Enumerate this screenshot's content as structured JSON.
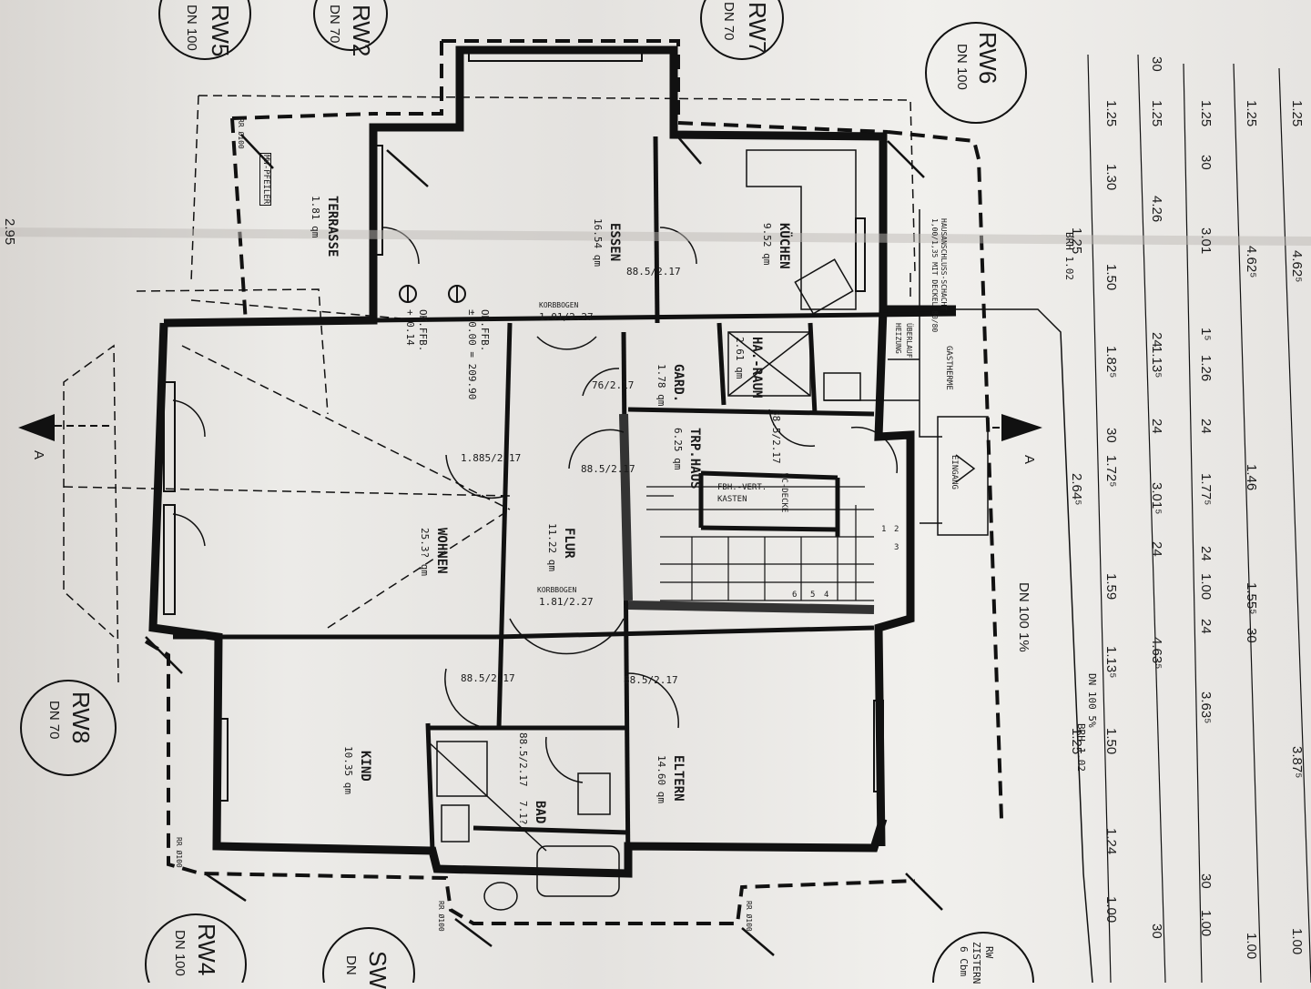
{
  "rooms": {
    "terrasse": {
      "name": "TERRASSE",
      "area": "1.81 qm"
    },
    "essen": {
      "name": "ESSEN",
      "area": "16.54 qm"
    },
    "kuechen": {
      "name": "KÜCHEN",
      "area": "9.52 qm"
    },
    "wohnen": {
      "name": "WOHNEN",
      "area": "25.3? qm"
    },
    "flur": {
      "name": "FLUR",
      "area": "11.22 qm"
    },
    "gard": {
      "name": "GARD.",
      "area": "1.78 qm"
    },
    "hwraum": {
      "name": "HA.-RAUM",
      "area": "2.61 qm"
    },
    "trphaus": {
      "name": "TRP.HAUS",
      "area": "6.25 qm"
    },
    "kind": {
      "name": "KIND",
      "area": "10.35 qm"
    },
    "bad": {
      "name": "BAD",
      "area": "7.1?"
    },
    "eltern": {
      "name": "ELTERN",
      "area": "14.60 qm"
    }
  },
  "openings": {
    "d_essen_kuechen": "88.5/2.17",
    "korbbogen1_label": "KORBBOGEN",
    "korbbogen1": "1.01/2.27",
    "d_gard": "76/2.17",
    "d_wohnen": "1.885/2.17",
    "d_flur_trp": "88.5/2.17",
    "d_hw": "88.5/2.17",
    "korbbogen2_label": "KORBBOGEN",
    "korbbogen2": "1.81/2.27",
    "d_kind": "88.5/2.17",
    "d_eltern": "88.5/2.17",
    "d_bad": "88.5/2.17"
  },
  "notes": {
    "ok_ffb1": "OK.FFB.",
    "ok_ffb1_val": "± 0.00 = 209.90",
    "ok_ffb2": "OK.FFB.",
    "ok_ffb2_val": "+ 0.14",
    "pfeiler": "MW-PFEILER",
    "fbh_line1": "FBH.-VERT.",
    "fbh_line2": "KASTEN",
    "wc_decke": "WC-DECKE",
    "eingang": "EINGANG",
    "gastherme": "GASTHERME",
    "heizung_line1": "ÜBERLAUF",
    "heizung_line2": "HEIZUNG",
    "hausanschluss": "HAUSANSCHLUSS-SCHACHT",
    "hausanschluss2": "1,00/1,35 MIT DECKEL 80/80",
    "dn100_1": "DN 100 1%",
    "dn100_5": "DN 100 5%",
    "brh1": "BRH 1.02",
    "brh2": "BRH 1.02",
    "rr1": "RR Ø100",
    "rr2": "RR Ø100",
    "rr3": "RR Ø100",
    "rr4": "RR Ø100",
    "section_a": "A",
    "section_a2": "A",
    "dim_295": "2.95",
    "stair_1": "1",
    "stair_2": "2",
    "stair_3": "3",
    "stair_4": "4",
    "stair_5": "5",
    "stair_6": "6"
  },
  "drains": {
    "rw5": {
      "id": "RW5",
      "dn": "DN 100"
    },
    "rw2": {
      "id": "RW2",
      "dn": "DN 70"
    },
    "rw7": {
      "id": "RW7",
      "dn": "DN 70"
    },
    "rw6": {
      "id": "RW6",
      "dn": "DN 100"
    },
    "rw8": {
      "id": "RW8",
      "dn": "DN 70"
    },
    "rw4": {
      "id": "RW4",
      "dn": "DN 100"
    },
    "sw": {
      "id": "SW",
      "dn": "DN"
    },
    "zisterne": {
      "id": "RW",
      "line2": "ZISTERN",
      "line3": "6 Cbm"
    }
  },
  "dimensions": {
    "row1": [
      "1.25",
      "4.62⁵",
      "3.87⁵",
      "1.00"
    ],
    "row2": [
      "1.25",
      "4.62⁵",
      "1.46",
      "1.55⁵",
      "30",
      "1.00"
    ],
    "row3": [
      "1.25",
      "30",
      "3.01",
      "1⁵",
      "1.26",
      "24",
      "1.77⁵",
      "24",
      "1.00",
      "24",
      "3.63⁵",
      "30",
      "1.00"
    ],
    "row4": [
      "30",
      "1.25",
      "4.26",
      "24",
      "1.13⁵",
      "24",
      "3.01⁵",
      "24",
      "4.63⁵",
      "30"
    ],
    "row5": [
      "1.25",
      "1.30",
      "1.50",
      "1.82⁵",
      "30",
      "1.72⁵",
      "1.59",
      "1.13⁵",
      "1.50",
      "1.24",
      "1.00"
    ],
    "row6": [
      "1.25",
      "2.64⁵",
      "1.25"
    ]
  }
}
